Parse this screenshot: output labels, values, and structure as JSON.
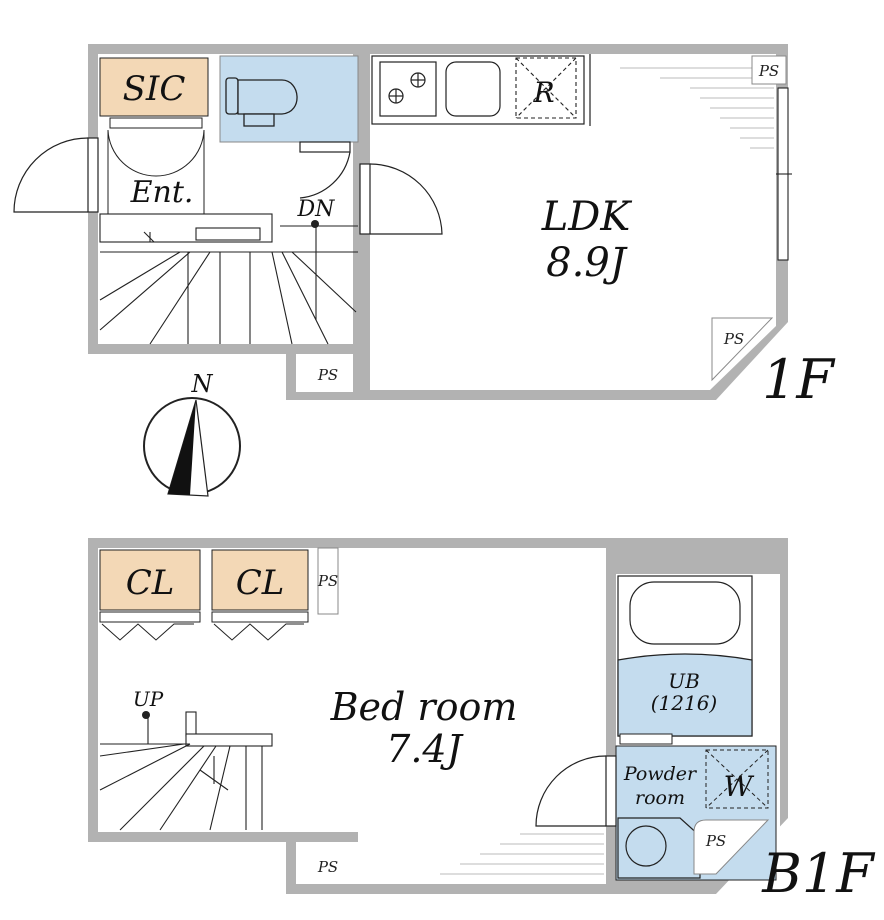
{
  "floors": [
    {
      "floor": "1F",
      "rooms": {
        "sic": "SIC",
        "entrance": "Ent.",
        "stairs_dn": "DN",
        "ldk_name": "LDK",
        "ldk_size": "8.9J",
        "fridge": "R",
        "ps": [
          "PS",
          "PS",
          "PS"
        ]
      }
    },
    {
      "floor": "B1F",
      "rooms": {
        "cl": [
          "CL",
          "CL"
        ],
        "ps": [
          "PS",
          "PS",
          "PS"
        ],
        "stairs_up": "UP",
        "bedroom_name": "Bed room",
        "bedroom_size": "7.4J",
        "ub_name": "UB",
        "ub_size": "(1216)",
        "powder_line1": "Powder",
        "powder_line2": "room",
        "washer": "W"
      }
    }
  ],
  "compass": {
    "north_label": "N"
  },
  "colors": {
    "wall": "#b2b2b2",
    "closet": "#f3d8b6",
    "wet_area": "#c4dcee",
    "line": "#222222"
  }
}
